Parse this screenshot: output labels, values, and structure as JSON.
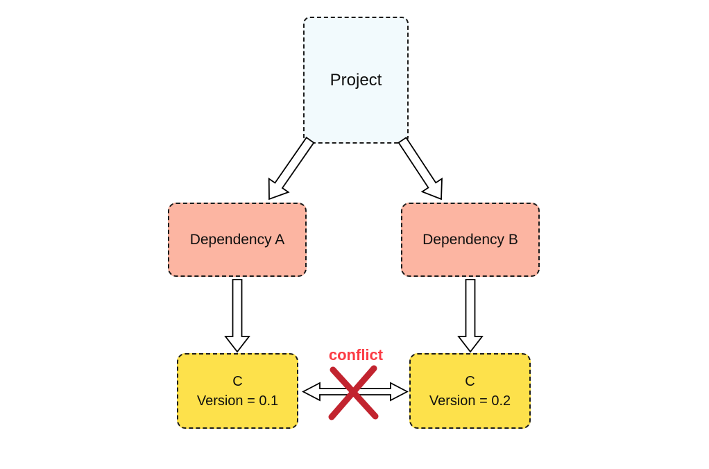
{
  "diagram": {
    "background_color": "#ffffff",
    "border_color": "#1b1b1b",
    "text_color": "#0f0f0f",
    "nodes": {
      "project": {
        "label": "Project",
        "fill": "#f2fafd"
      },
      "dependency_a": {
        "label": "Dependency A",
        "fill": "#fcb5a2"
      },
      "dependency_b": {
        "label": "Dependency B",
        "fill": "#fcb5a2"
      },
      "c_v01": {
        "name": "C",
        "version_label": "Version = 0.1",
        "fill": "#fde14b"
      },
      "c_v02": {
        "name": "C",
        "version_label": "Version = 0.2",
        "fill": "#fde14b"
      }
    },
    "conflict": {
      "label": "conflict",
      "label_color": "#fb3a43",
      "cross_color": "#c2242f"
    },
    "edges": [
      {
        "from": "project",
        "to": "dependency_a",
        "type": "arrow"
      },
      {
        "from": "project",
        "to": "dependency_b",
        "type": "arrow"
      },
      {
        "from": "dependency_a",
        "to": "c_v01",
        "type": "arrow"
      },
      {
        "from": "dependency_b",
        "to": "c_v02",
        "type": "arrow"
      },
      {
        "from": "c_v01",
        "to": "c_v02",
        "type": "bidirectional-conflict"
      }
    ],
    "arrow_style": {
      "fill": "#ffffff",
      "stroke": "#000000"
    }
  }
}
